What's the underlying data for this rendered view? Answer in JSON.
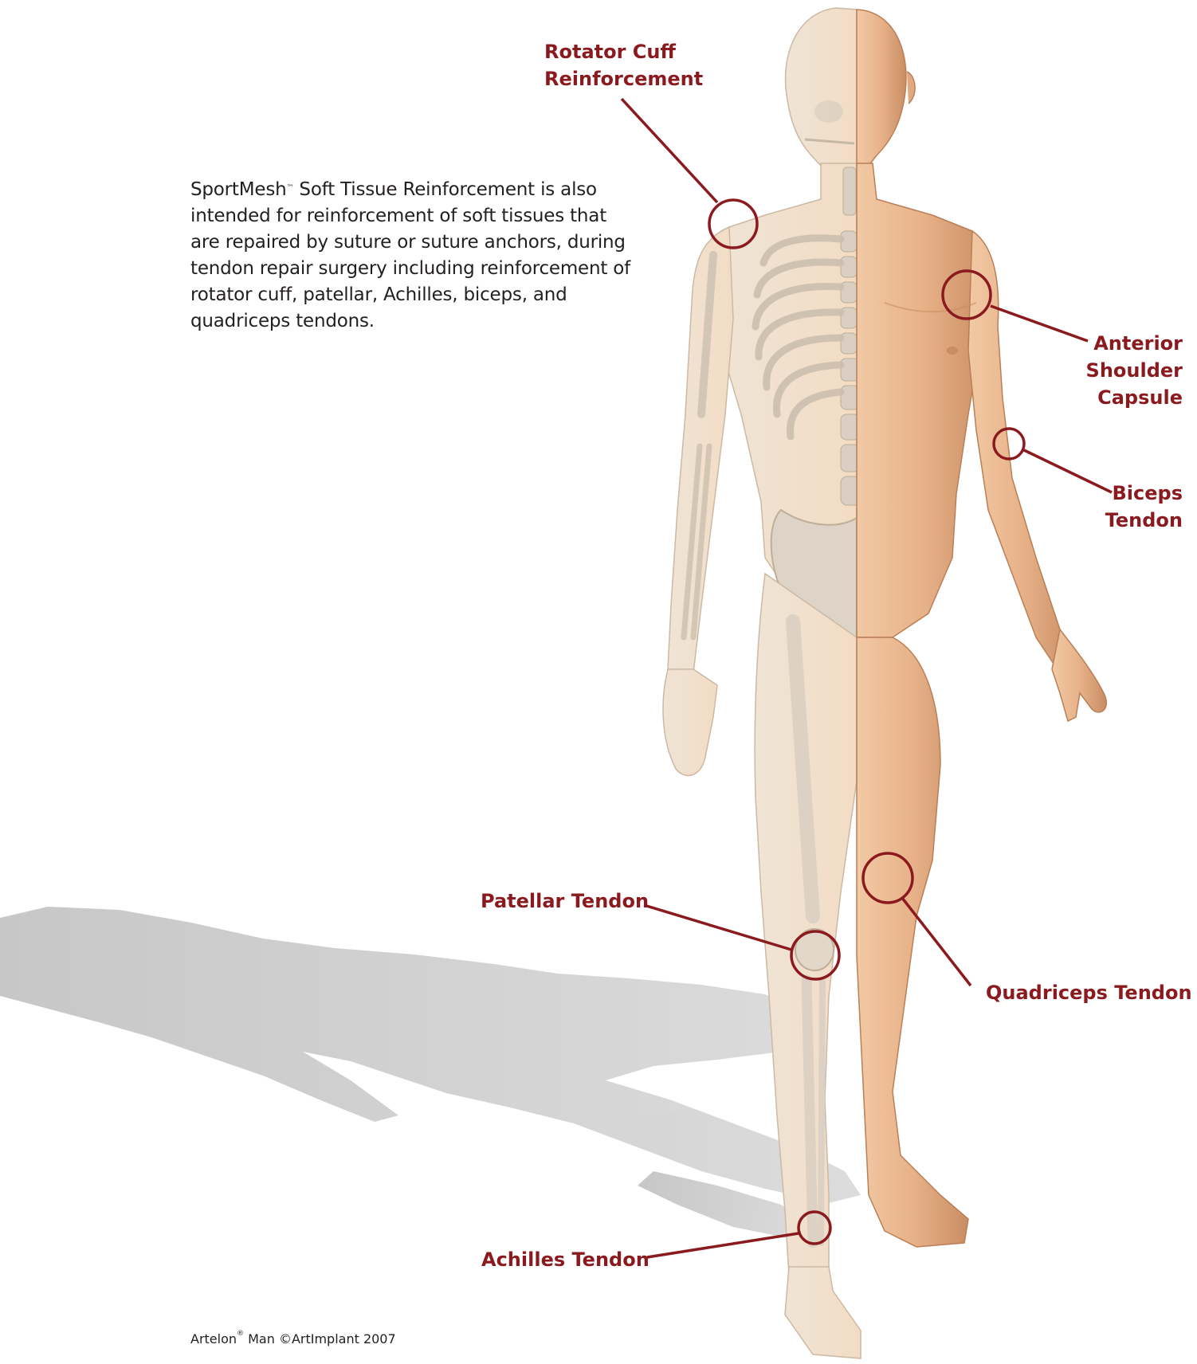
{
  "intro": {
    "product_name": "SportMesh",
    "trademark": "™",
    "text": " Soft Tissue Reinforcement is also intended for reinforcement of soft tissues that are repaired by suture or suture anchors, during tendon repair surgery including reinforcement of rotator cuff, patellar, Achilles, biceps, and quadriceps tendons."
  },
  "callouts": {
    "rotator_cuff": "Rotator Cuff\nReinforcement",
    "anterior_shoulder": "Anterior\nShoulder\nCapsule",
    "biceps": "Biceps\nTendon",
    "patellar": "Patellar Tendon",
    "quadriceps": "Quadriceps Tendon",
    "achilles": "Achilles Tendon"
  },
  "credit": {
    "name": "Artelon",
    "registered": "®",
    "text": " Man ©ArtImplant 2007"
  },
  "colors": {
    "callout": "#8b1a1f",
    "skin": "#e8b58c",
    "bone": "#e9e1d4",
    "shadow": "#c9c9c9",
    "text": "#231f20"
  }
}
